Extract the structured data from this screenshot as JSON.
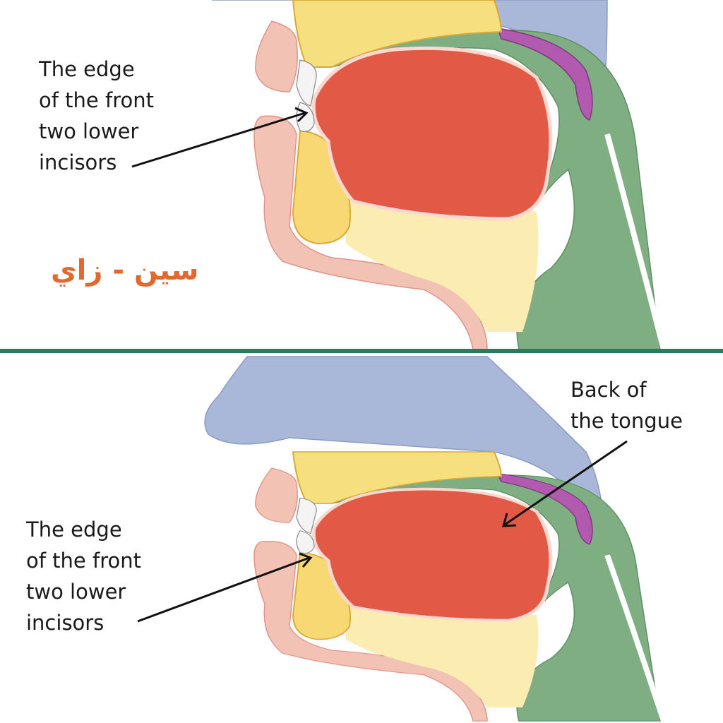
{
  "top_panel": {
    "label_lines": [
      "The edge",
      "of the front",
      "two lower",
      "incisors"
    ],
    "arabic_letters": "سين - زاي"
  },
  "bottom_panel": {
    "label_lines": [
      "The edge",
      "of the front",
      "two lower",
      "incisors"
    ],
    "tongue_label_lines": [
      "Back of",
      "the tongue"
    ]
  },
  "colors": {
    "divider": "#2a7d5c",
    "nasal": "#a9b7d9",
    "palate_bone": "#f6df7e",
    "soft_palate": "#b15ab0",
    "tongue": "#e25a45",
    "pharynx": "#7fae83",
    "lips": "#f2c2b5",
    "jaw": "#f8d872",
    "floor": "#fbecb2",
    "arabic_text": "#e2692e"
  }
}
